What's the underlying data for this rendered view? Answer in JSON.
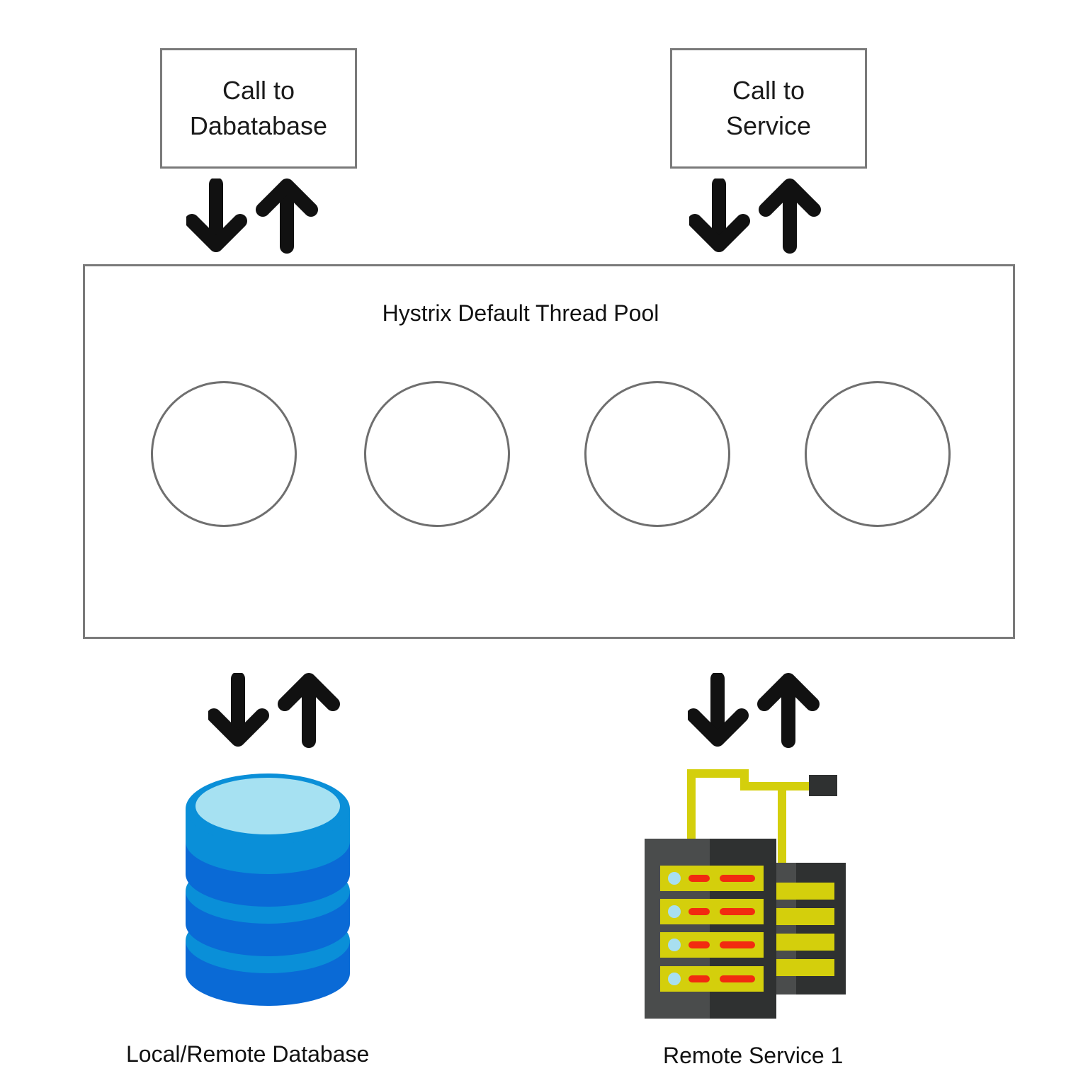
{
  "db_call": {
    "line1": "Call to",
    "line2": "Dabatabase"
  },
  "service_call": {
    "line1": "Call to",
    "line2": "Service"
  },
  "thread_pool": {
    "title": "Hystrix Default Thread Pool",
    "thread_count": 4
  },
  "captions": {
    "database": "Local/Remote Database",
    "service": "Remote Service 1"
  },
  "icons": {
    "arrows": "down-up-arrows-icon",
    "database": "database-icon",
    "server": "server-rack-icon"
  },
  "colors": {
    "box_border": "#7a7a7a",
    "arrow": "#111111",
    "db_top": "#a6e1f2",
    "db_blue": "#0a8fd8",
    "db_dark_blue": "#0a6ad6",
    "db_red": "#f02a12",
    "server_dark": "#2f3131",
    "server_mid": "#4a4c4c",
    "server_yellow": "#d4cf0c",
    "server_red": "#f22a10",
    "server_light_blue": "#a8dff0"
  }
}
